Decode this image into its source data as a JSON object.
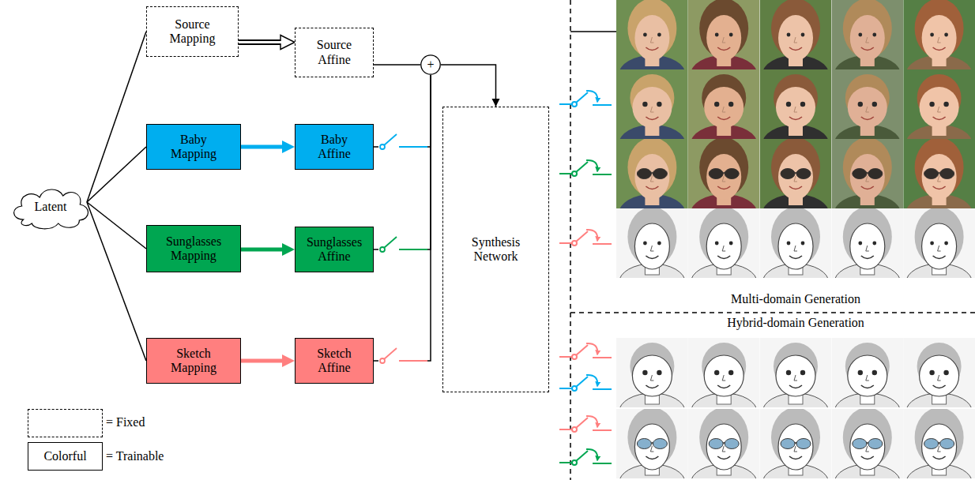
{
  "diagram": {
    "nodes": [
      {
        "text": [
          "Latent"
        ]
      },
      {
        "text": [
          "Source Mapping"
        ]
      },
      {
        "text": [
          "Source Affine"
        ]
      },
      {
        "text": [
          "+"
        ]
      },
      {
        "text": [
          "Baby Mapping"
        ]
      },
      {
        "text": [
          "Baby Affine"
        ]
      },
      {
        "text": [
          "Synthesis Network"
        ]
      },
      {
        "text": [
          "Sunglasses Mapping"
        ]
      },
      {
        "text": [
          "Sunglasses Affine"
        ]
      },
      {
        "text": [
          "Sketch Mapping"
        ]
      },
      {
        "text": [
          "Sketch Affine"
        ]
      }
    ],
    "edges": [
      {
        "from": 0,
        "to": 1,
        "arrow": "none"
      },
      {
        "from": 0,
        "to": 4,
        "arrow": "none"
      },
      {
        "from": 0,
        "to": 7,
        "arrow": "none"
      },
      {
        "from": 0,
        "to": 9,
        "arrow": "none"
      },
      {
        "from": 1,
        "to": 2,
        "arrow": "to"
      },
      {
        "from": 4,
        "to": 5,
        "arrow": "to"
      },
      {
        "from": 7,
        "to": 8,
        "arrow": "to"
      },
      {
        "from": 9,
        "to": 10,
        "arrow": "to"
      },
      {
        "from": 2,
        "to": 3,
        "arrow": "none"
      },
      {
        "from": 5,
        "to": 3,
        "arrow": "none"
      },
      {
        "from": 8,
        "to": 3,
        "arrow": "none"
      },
      {
        "from": 10,
        "to": 3,
        "arrow": "none"
      },
      {
        "from": 3,
        "to": 6,
        "arrow": "to"
      }
    ],
    "labels": [
      "Colorful",
      "Multi-domain Generation",
      "Hybrid-domain Generation"
    ],
    "legend": [
      {
        "text": "= Fixed"
      },
      {
        "text": "= Trainable"
      }
    ]
  }
}
